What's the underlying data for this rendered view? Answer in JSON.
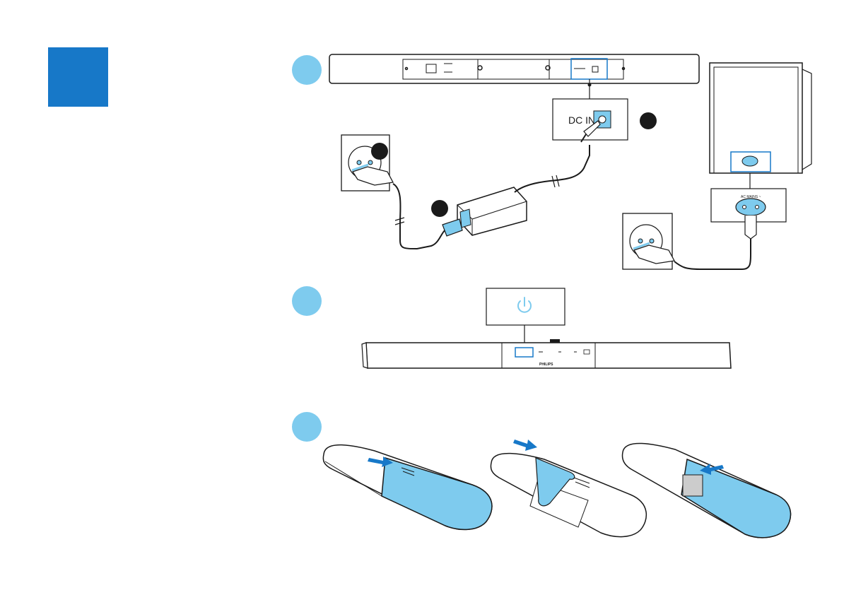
{
  "colors": {
    "step_marker": "#7ecbee",
    "badge_dark": "#1a1a1a",
    "accent_fill": "#7ecbee",
    "arrow": "#1778c8",
    "brand_square": "#1778c8",
    "line": "#1a1a1a"
  },
  "labels": {
    "dc_in": "DC IN",
    "ac_mains": "AC MAINS ~",
    "brand": "PHILIPS"
  },
  "icons": {
    "power": "power-icon",
    "arrow": "arrow-right-icon"
  }
}
